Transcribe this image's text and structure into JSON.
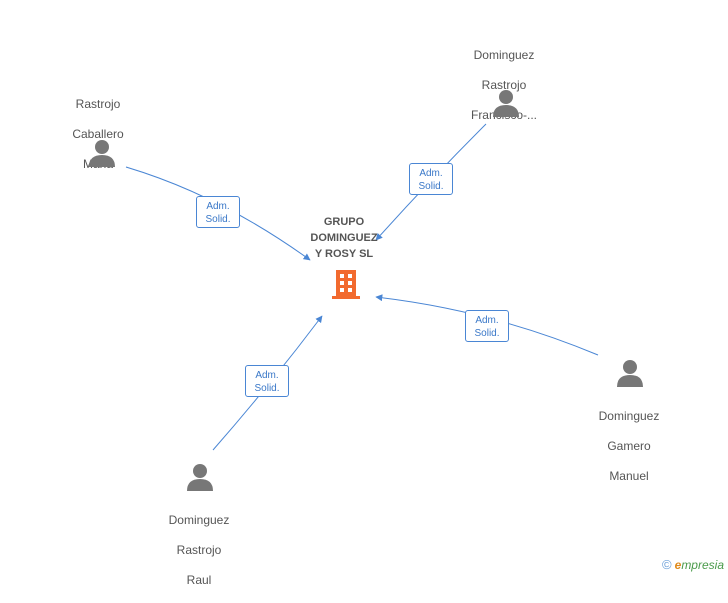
{
  "company": {
    "name_lines": [
      "GRUPO",
      "DOMINGUEZ",
      "Y ROSY SL"
    ],
    "icon": "building-icon",
    "color": "#f26a2e"
  },
  "people": [
    {
      "id": "rastrojo-caballero-maria",
      "lines": [
        "Rastrojo",
        "Caballero",
        "Maria"
      ],
      "icon": "person-icon"
    },
    {
      "id": "dominguez-rastrojo-francisco",
      "lines": [
        "Dominguez",
        "Rastrojo",
        "Francisco-..."
      ],
      "icon": "person-icon"
    },
    {
      "id": "dominguez-gamero-manuel",
      "lines": [
        "Dominguez",
        "Gamero",
        "Manuel"
      ],
      "icon": "person-icon"
    },
    {
      "id": "dominguez-rastrojo-raul",
      "lines": [
        "Dominguez",
        "Rastrojo",
        "Raul"
      ],
      "icon": "person-icon"
    }
  ],
  "edges": [
    {
      "from": "rastrojo-caballero-maria",
      "label_lines": [
        "Adm.",
        "Solid."
      ]
    },
    {
      "from": "dominguez-rastrojo-francisco",
      "label_lines": [
        "Adm.",
        "Solid."
      ]
    },
    {
      "from": "dominguez-gamero-manuel",
      "label_lines": [
        "Adm.",
        "Solid."
      ]
    },
    {
      "from": "dominguez-rastrojo-raul",
      "label_lines": [
        "Adm.",
        "Solid."
      ]
    }
  ],
  "brand": {
    "copyright": "©",
    "first_letter": "e",
    "rest": "mpresia"
  },
  "colors": {
    "edge": "#4a86d4",
    "person": "#777777",
    "text": "#555555"
  }
}
